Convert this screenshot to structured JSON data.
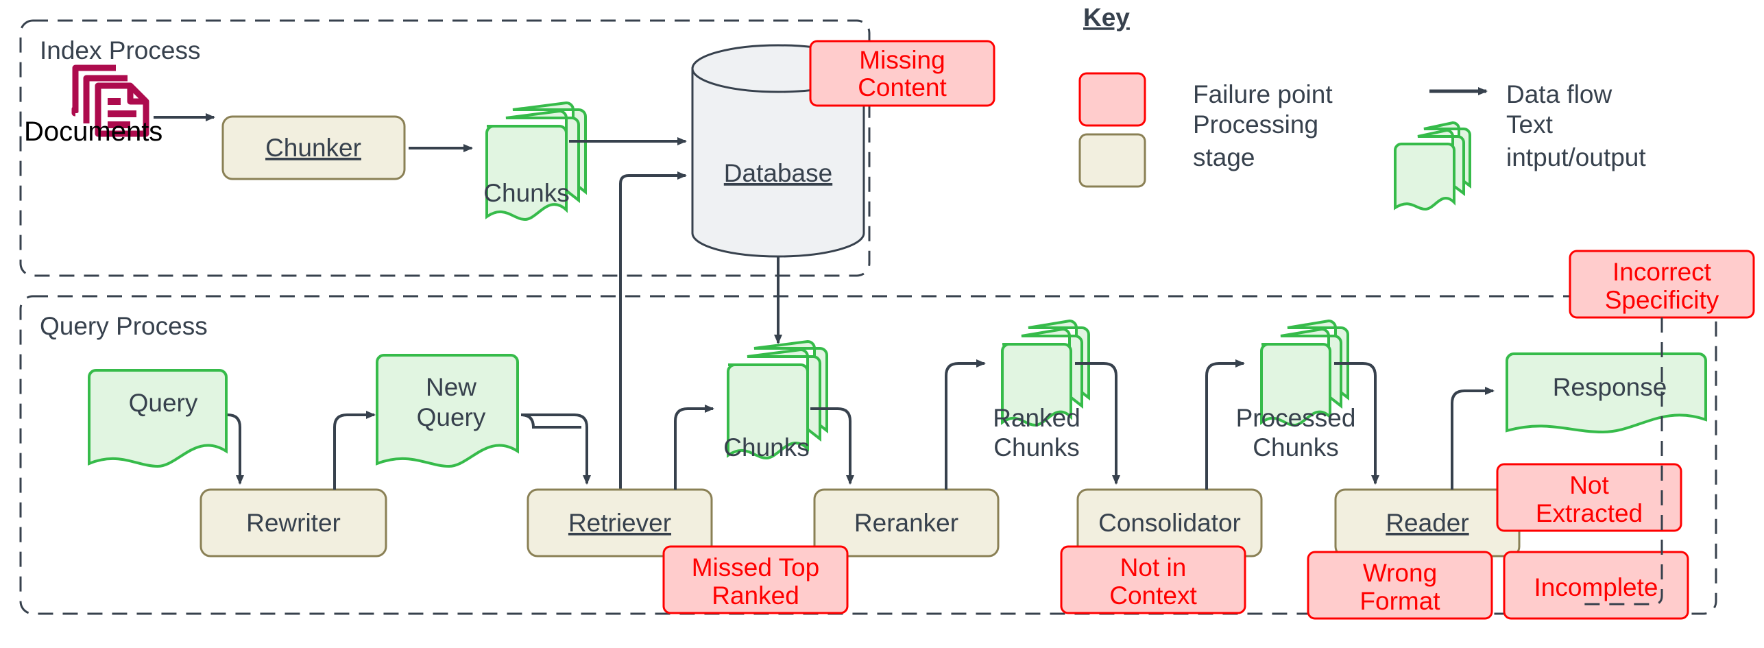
{
  "diagram": {
    "title_key": "Key",
    "groups": [
      {
        "id": "index-process",
        "label": "Index Process"
      },
      {
        "id": "query-process",
        "label": "Query Process"
      }
    ],
    "index_process": {
      "documents_label": "Documents",
      "chunker_label": "Chunker",
      "chunks_label": "Chunks",
      "database_label": "Database",
      "failure_missing_content": "Missing\nContent",
      "failure_missing_content_line1": "Missing",
      "failure_missing_content_line2": "Content"
    },
    "query_process": {
      "query_label": "Query",
      "rewriter_label": "Rewriter",
      "new_query_line1": "New",
      "new_query_line2": "Query",
      "retriever_label": "Retriever",
      "chunks_label": "Chunks",
      "reranker_label": "Reranker",
      "ranked_chunks_line1": "Ranked",
      "ranked_chunks_line2": "Chunks",
      "consolidator_label": "Consolidator",
      "processed_chunks_line1": "Processed",
      "processed_chunks_line2": "Chunks",
      "reader_label": "Reader",
      "response_label": "Response"
    },
    "failure_points": [
      {
        "id": "missing-content",
        "line1": "Missing",
        "line2": "Content"
      },
      {
        "id": "missed-top-ranked",
        "line1": "Missed Top",
        "line2": "Ranked"
      },
      {
        "id": "not-in-context",
        "line1": "Not in",
        "line2": "Context"
      },
      {
        "id": "wrong-format",
        "line1": "Wrong",
        "line2": "Format"
      },
      {
        "id": "not-extracted",
        "line1": "Not",
        "line2": "Extracted"
      },
      {
        "id": "incomplete",
        "line1": "Incomplete",
        "line2": ""
      },
      {
        "id": "incorrect-specificity",
        "line1": "Incorrect",
        "line2": "Specificity"
      }
    ],
    "key": {
      "heading": "Key",
      "entries": [
        {
          "id": "failure-point",
          "icon": "red-rounded-box",
          "label": "Failure point"
        },
        {
          "id": "data-flow",
          "icon": "arrow-icon",
          "label": "Data flow"
        },
        {
          "id": "processing-stage",
          "icon": "beige-rounded-box",
          "line1": "Processing",
          "line2": "stage"
        },
        {
          "id": "text-io",
          "icon": "document-stack-icon",
          "line1": "Text",
          "line2": "intput/output"
        }
      ]
    },
    "colors": {
      "failure_fill": "#ffcccc",
      "failure_stroke": "#ff0000",
      "failure_text": "#ff0000",
      "stage_fill": "#f2efdf",
      "stage_stroke": "#8a8055",
      "text_fill": "#e1f5e1",
      "text_stroke": "#36bb4a",
      "db_fill": "#eff1f3",
      "db_stroke": "#37414d",
      "line": "#37414d",
      "documents": "#ad0b4d",
      "dash_group": "#37414d"
    }
  }
}
